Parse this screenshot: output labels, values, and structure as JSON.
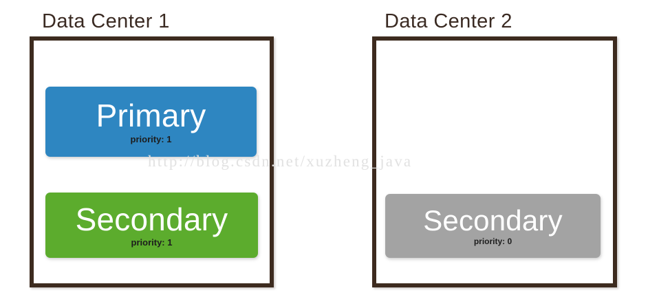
{
  "diagram": {
    "watermark": "http://blog.csdn.net/xuzheng_java",
    "colors": {
      "frame_border": "#3d2b1f",
      "primary_blue": "#2e86c1",
      "secondary_green": "#5cac2d",
      "secondary_gray": "#a3a3a3",
      "title_text": "#3a2a22",
      "watermark_text": "#e2e2e2",
      "node_label_text": "#ffffff",
      "node_priority_text": "#1d1d1d"
    },
    "data_centers": [
      {
        "title": "Data Center 1",
        "nodes": [
          {
            "role": "Primary",
            "priority": "priority: 1",
            "color": "#2e86c1"
          },
          {
            "role": "Secondary",
            "priority": "priority: 1",
            "color": "#5cac2d"
          }
        ]
      },
      {
        "title": "Data Center 2",
        "nodes": [
          {
            "role": "Secondary",
            "priority": "priority: 0",
            "color": "#a3a3a3"
          }
        ]
      }
    ]
  }
}
